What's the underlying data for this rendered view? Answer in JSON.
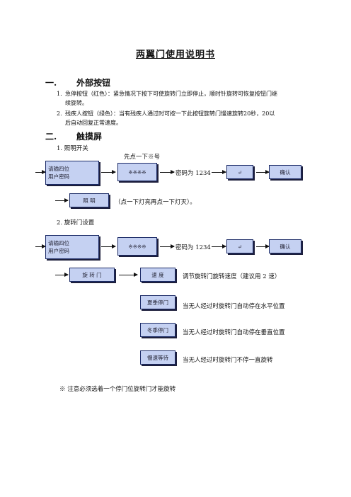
{
  "title": "两翼门使用说明书",
  "section1": {
    "num": "一.",
    "heading": "外部按钮",
    "items": [
      {
        "num": "1.",
        "line1": "急停按钮（红色）：紧急情况下按下可使旋转门立即停止，顺时针旋转可恢复按钮门继",
        "line2": "续旋转。"
      },
      {
        "num": "2.",
        "line1": "残疾人按钮（绿色）：当有残疾人通过时可按一下此按钮旋转门慢速旋转20秒，20以",
        "line2": "后自动回复正常速度。"
      }
    ]
  },
  "section2": {
    "num": "二.",
    "heading": "触摸屏",
    "part1": {
      "label": "1.  照明开关",
      "hint": "先点一下※号",
      "box_login": "请输四位\n用户密码",
      "box_stars": "※※※※",
      "password_text": "密码为 1234",
      "box_enter": "↵",
      "box_confirm": "确认",
      "box_lighting": "照    明",
      "lighting_note": "（点一下灯亮再点一下灯灭）。"
    },
    "part2": {
      "label": "2.  旋转门设置",
      "box_login": "请输四位\n用户密码",
      "box_stars": "※※※※",
      "password_text": "密码为 1234",
      "box_enter": "↵",
      "box_confirm": "确认",
      "box_door": "旋 转 门",
      "box_speed": "速      度",
      "speed_note": "调节旋转门旋转速度（建议用 2 速）",
      "box_summer": "夏季停门",
      "summer_note": "当无人经过时旋转门自动停在水平位置",
      "box_winter": "冬季停门",
      "winter_note": "当无人经过时旋转门自动停在垂直位置",
      "box_slow": "慢速等待",
      "slow_note": "当无人经过时旋转门不停一直旋转"
    }
  },
  "footnote": "※   注意必须选着一个停门位旋转门才能旋转"
}
